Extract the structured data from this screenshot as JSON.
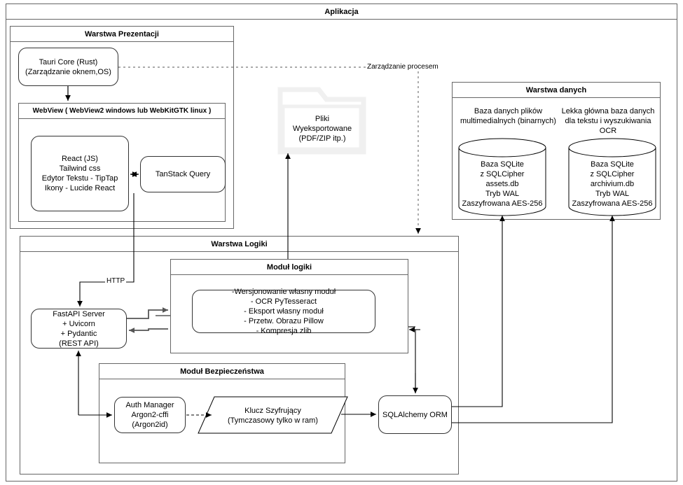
{
  "diagram": {
    "title": "Aplikacja",
    "presentation_layer": {
      "title": "Warstwa Prezentacji",
      "tauri_core": "Tauri Core (Rust)\n(Zarządzanie oknem,OS)",
      "webview_title": "WebView ( WebView2 windows  lub WebKitGTK linux )",
      "frontend": "React (JS)\nTailwind css\nEdytor Tekstu - TipTap\nIkony - Lucide React",
      "tanstack": "TanStack Query"
    },
    "files": {
      "label": "Pliki\nWyeksportowane\n(PDF/ZIP itp.)"
    },
    "data_layer": {
      "title": "Warstwa danych",
      "db1_caption": "Baza danych plików\nmultimedialnych  (binarnych)",
      "db1_body": "Baza SQLite\nz SQLCipher\nassets.db\nTryb WAL\nZaszyfrowana AES-256",
      "db2_caption": "Lekka główna baza danych\ndla tekstu i wyszukiwania\nOCR",
      "db2_body": "Baza SQLite\nz SQLCipher\narchivium.db\nTryb WAL\nZaszyfrowana AES-256"
    },
    "logic_layer": {
      "title": "Warstwa Logiki",
      "fastapi": "FastAPI Server\n+ Uvicorn\n+ Pydantic\n(REST API)",
      "logic_module_title": "Moduł logiki",
      "logic_module_body": "-Wersjonowanie własny moduł\n- OCR PyTesseract\n- Eksport własny moduł\n- Przetw. Obrazu Pillow\n- Kompresja zlib",
      "security_module_title": "Moduł Bezpieczeństwa",
      "auth_manager": "Auth Manager\nArgon2-cffi\n(Argon2id)",
      "encryption_key": "Klucz Szyfrujący\n(Tymczasowy tylko w ram)",
      "orm": "SQLAlchemy ORM"
    },
    "edges": {
      "process_management": "Zarządzanie procesem",
      "http": "HTTP"
    },
    "colors": {
      "stroke": "#000000",
      "swimlane_stroke": "#666666",
      "folder_stroke": "#f0f0f0",
      "gray_connector": "#555555",
      "background": "#ffffff"
    }
  }
}
